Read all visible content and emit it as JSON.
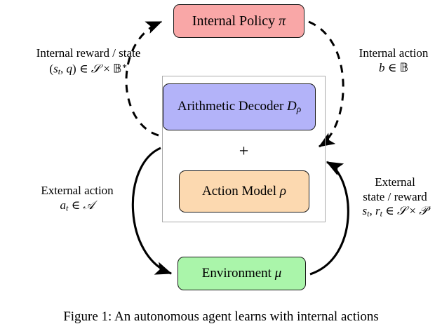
{
  "figure": {
    "caption": "Figure 1: An autonomous agent learns with internal actions",
    "colors": {
      "policy_fill": "#f9a7a7",
      "decoder_fill": "#b3b3f9",
      "action_model_fill": "#fcd9b0",
      "environment_fill": "#aaf5aa",
      "container_border": "#aaaaaa",
      "node_border": "#1a1a1a",
      "arrow": "#000000"
    }
  },
  "nodes": {
    "policy": {
      "label": "Internal Policy π",
      "name": "internal-policy"
    },
    "decoder": {
      "label": "Arithmetic Decoder Dρ",
      "name": "arithmetic-decoder"
    },
    "action_model": {
      "label": "Action Model ρ",
      "name": "action-model"
    },
    "environment": {
      "label": "Environment μ",
      "name": "environment"
    },
    "combiner": {
      "label": "+",
      "name": "plus-operator"
    }
  },
  "edge_labels": {
    "internal_reward_state": {
      "line1": "Internal reward / state",
      "line2": "(s_t, q) ∈ S × B*"
    },
    "internal_action": {
      "line1": "Internal action",
      "line2": "b ∈ B"
    },
    "external_action": {
      "line1": "External action",
      "line2": "a_t ∈ A"
    },
    "external_state_reward": {
      "line1": "External",
      "line2": "state / reward",
      "line3": "s_t, r_t ∈ S × R"
    }
  },
  "edges": [
    {
      "name": "edge-agent-to-policy",
      "style": "dashed",
      "from": "agent-container",
      "to": "internal-policy",
      "label": "internal_reward_state"
    },
    {
      "name": "edge-policy-to-agent",
      "style": "dashed",
      "from": "internal-policy",
      "to": "agent-container",
      "label": "internal_action"
    },
    {
      "name": "edge-agent-to-environment",
      "style": "solid",
      "from": "agent-container",
      "to": "environment",
      "label": "external_action"
    },
    {
      "name": "edge-environment-to-agent",
      "style": "solid",
      "from": "environment",
      "to": "agent-container",
      "label": "external_state_reward"
    }
  ]
}
